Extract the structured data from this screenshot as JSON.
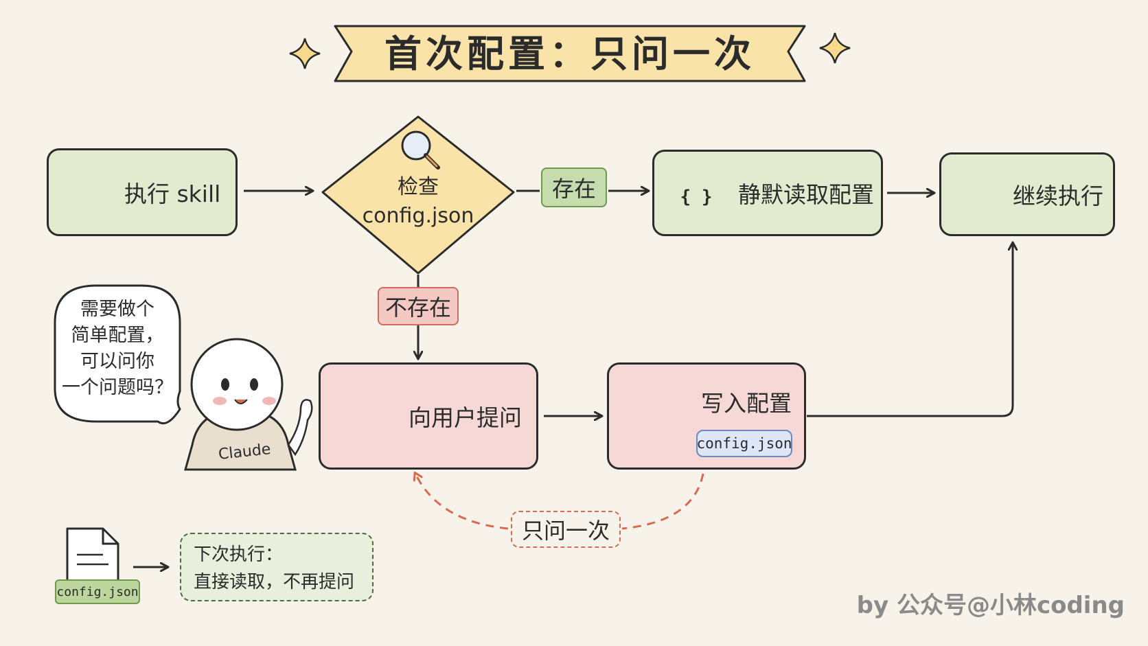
{
  "title": "首次配置：只问一次",
  "nodes": {
    "run_skill": "执行 skill",
    "check": {
      "line1": "检查",
      "line2": "config.json"
    },
    "silent_read": "静默读取配置",
    "continue": "继续执行",
    "ask_user": "向用户提问",
    "write_config": {
      "label": "写入配置",
      "file": "config.json"
    }
  },
  "edges": {
    "exists": "存在",
    "not_exists": "不存在",
    "ask_once": "只问一次"
  },
  "bubble": {
    "lines": [
      "需要做个",
      "简单配置，",
      "可以问你",
      "一个问题吗？"
    ]
  },
  "mascot_label": "Claude",
  "braces_icon_text": "{ }",
  "footer_note": {
    "file": "config.json",
    "line1": "下次执行：",
    "line2": "直接读取，不再提问"
  },
  "credit": "by 公众号@小林coding",
  "colors": {
    "background": "#f7f3ea",
    "green_node": "#e2ebcf",
    "pink_node": "#f6d9d6",
    "diamond": "#f9e3a8",
    "banner": "#f9e3a8",
    "dashed_arrow": "#d9694f"
  },
  "icons": [
    "sparkle-icon",
    "play-icon",
    "magnifier-icon",
    "json-file-icon",
    "check-circle-icon",
    "question-bubble-icon",
    "document-pencil-icon",
    "document-icon",
    "smiley-icon"
  ]
}
